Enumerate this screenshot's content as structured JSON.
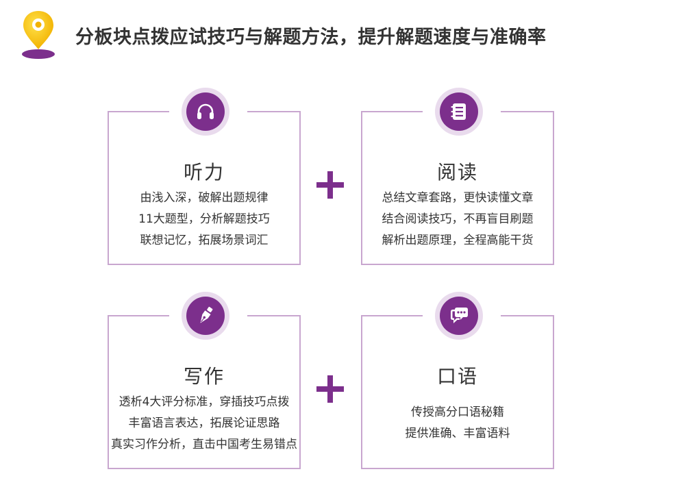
{
  "header": {
    "title": "分板块点拨应试技巧与解题方法，提升解题速度与准确率",
    "logo_icon": "map-pin-icon"
  },
  "colors": {
    "accent": "#7c2f8c",
    "accent_light": "#e9dbed",
    "border": "#c8a6cf",
    "pin_yellow": "#f7c600"
  },
  "cards": [
    {
      "icon": "headphones-icon",
      "title": "听力",
      "lines": [
        "由浅入深，破解出题规律",
        "11大题型，分析解题技巧",
        "联想记忆，拓展场景词汇"
      ]
    },
    {
      "icon": "notebook-icon",
      "title": "阅读",
      "lines": [
        "总结文章套路，更快读懂文章",
        "结合阅读技巧，不再盲目刷题",
        "解析出题原理，全程高能干货"
      ]
    },
    {
      "icon": "pen-nib-icon",
      "title": "写作",
      "lines": [
        "透析4大评分标准，穿插技巧点拨",
        "丰富语言表达，拓展论证思路",
        "真实习作分析，直击中国考生易错点"
      ]
    },
    {
      "icon": "chat-bubble-icon",
      "title": "口语",
      "lines": [
        "传授高分口语秘籍",
        "提供准确、丰富语料"
      ]
    }
  ],
  "connectors": [
    "plus-icon",
    "plus-icon"
  ]
}
